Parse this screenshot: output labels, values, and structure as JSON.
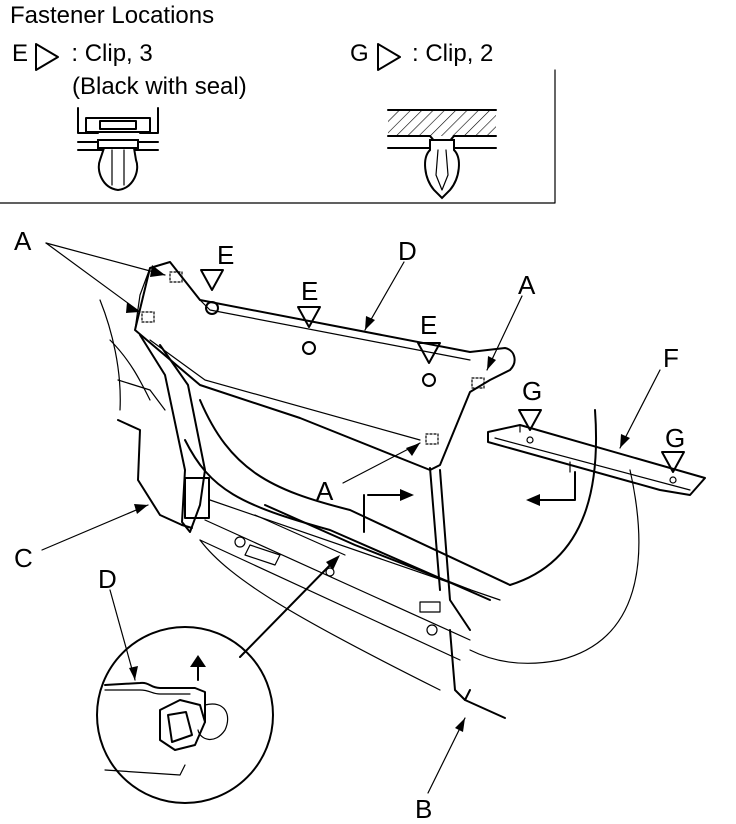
{
  "header": {
    "title": "Fastener Locations"
  },
  "legend": {
    "e_letter": "E",
    "e_text": ": Clip, 3",
    "e_note": "(Black with seal)",
    "g_letter": "G",
    "g_text": ": Clip, 2"
  },
  "callouts": {
    "a": "A",
    "b": "B",
    "c": "C",
    "d": "D",
    "e": "E",
    "f": "F",
    "g": "G"
  }
}
